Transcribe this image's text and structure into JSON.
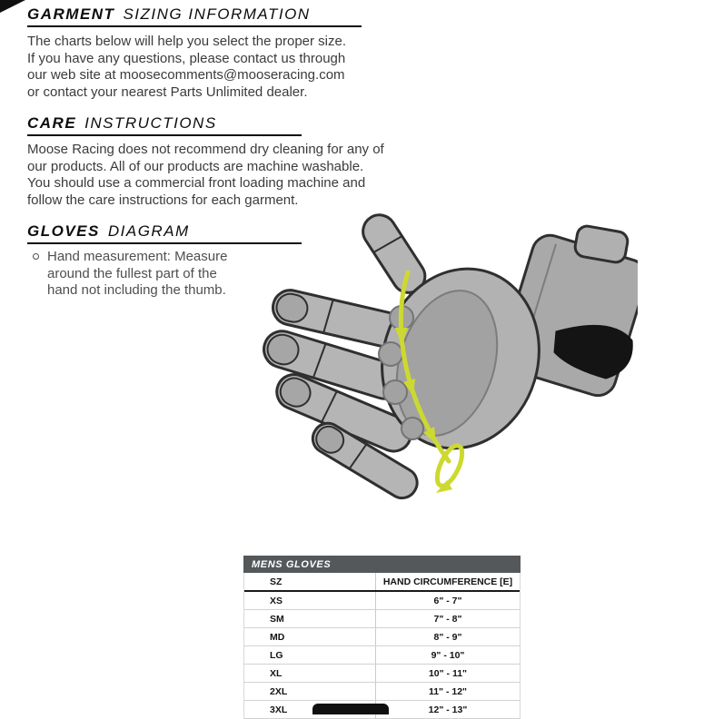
{
  "colors": {
    "arrow-yellow": "#cdd930",
    "table-header-bg": "#54585b"
  },
  "sections": {
    "garment": {
      "title_strong": "GARMENT",
      "title_light": "SIZING INFORMATION",
      "body": "The charts below will help you select the proper size.\nIf you have any questions, please contact us through\nour web site at moosecomments@mooseracing.com\nor contact your nearest Parts Unlimited dealer."
    },
    "care": {
      "title_strong": "CARE",
      "title_light": "INSTRUCTIONS",
      "body": "Moose Racing does not recommend dry cleaning for any of\nour products. All of our products are machine washable.\nYou should use a commercial front loading machine and\nfollow the care instructions for each garment."
    },
    "gloves": {
      "title_strong": "GLOVES",
      "title_light": "DIAGRAM",
      "bullet": "Hand measurement: Measure\naround the fullest part of the\nhand not including the thumb."
    }
  },
  "glove_diagram": {
    "icon": "glove-measurement-illustration"
  },
  "table": {
    "title": "MENS GLOVES",
    "columns": [
      "SZ",
      "HAND CIRCUMFERENCE [E]"
    ],
    "rows": [
      {
        "size": "XS",
        "hand_circumference": "6\" - 7\""
      },
      {
        "size": "SM",
        "hand_circumference": "7\" - 8\""
      },
      {
        "size": "MD",
        "hand_circumference": "8\" - 9\""
      },
      {
        "size": "LG",
        "hand_circumference": "9\" - 10\""
      },
      {
        "size": "XL",
        "hand_circumference": "10\" - 11\""
      },
      {
        "size": "2XL",
        "hand_circumference": "11\" - 12\""
      },
      {
        "size": "3XL",
        "hand_circumference": "12\" - 13\""
      }
    ]
  }
}
